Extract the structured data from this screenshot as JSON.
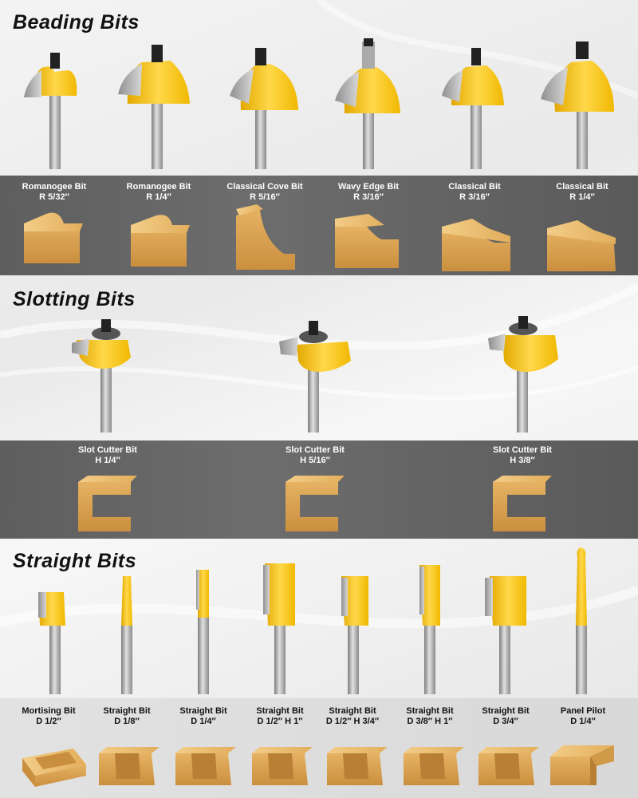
{
  "sections": [
    {
      "title": "Beading Bits",
      "items": [
        {
          "name": "Romanogee Bit",
          "size": "R 5/32″"
        },
        {
          "name": "Romanogee Bit",
          "size": "R 1/4″"
        },
        {
          "name": "Classical Cove Bit",
          "size": "R 5/16″"
        },
        {
          "name": "Wavy Edge Bit",
          "size": "R 3/16″"
        },
        {
          "name": "Classical Bit",
          "size": "R 3/16″"
        },
        {
          "name": "Classical Bit",
          "size": "R 1/4″"
        }
      ]
    },
    {
      "title": "Slotting Bits",
      "items": [
        {
          "name": "Slot Cutter Bit",
          "size": "H 1/4″"
        },
        {
          "name": "Slot Cutter Bit",
          "size": "H 5/16″"
        },
        {
          "name": "Slot Cutter Bit",
          "size": "H 3/8″"
        }
      ]
    },
    {
      "title": "Straight Bits",
      "items": [
        {
          "name": "Mortising Bit",
          "size": "D 1/2″"
        },
        {
          "name": "Straight Bit",
          "size": "D 1/8″"
        },
        {
          "name": "Straight Bit",
          "size": "D 1/4″"
        },
        {
          "name": "Straight Bit",
          "size": "D 1/2″   H 1″"
        },
        {
          "name": "Straight Bit",
          "size": "D 1/2″   H 3/4″"
        },
        {
          "name": "Straight Bit",
          "size": "D 3/8″   H 1″"
        },
        {
          "name": "Straight Bit",
          "size": "D 3/4″"
        },
        {
          "name": "Panel Pilot",
          "size": "D 1/4″"
        }
      ]
    }
  ],
  "colors": {
    "cutter_yellow": "#f6c41b",
    "shank_gray": "#a8a8a8",
    "wood_light": "#e8b86a",
    "wood_dark": "#c98f3e",
    "band_gray": "#666666"
  }
}
